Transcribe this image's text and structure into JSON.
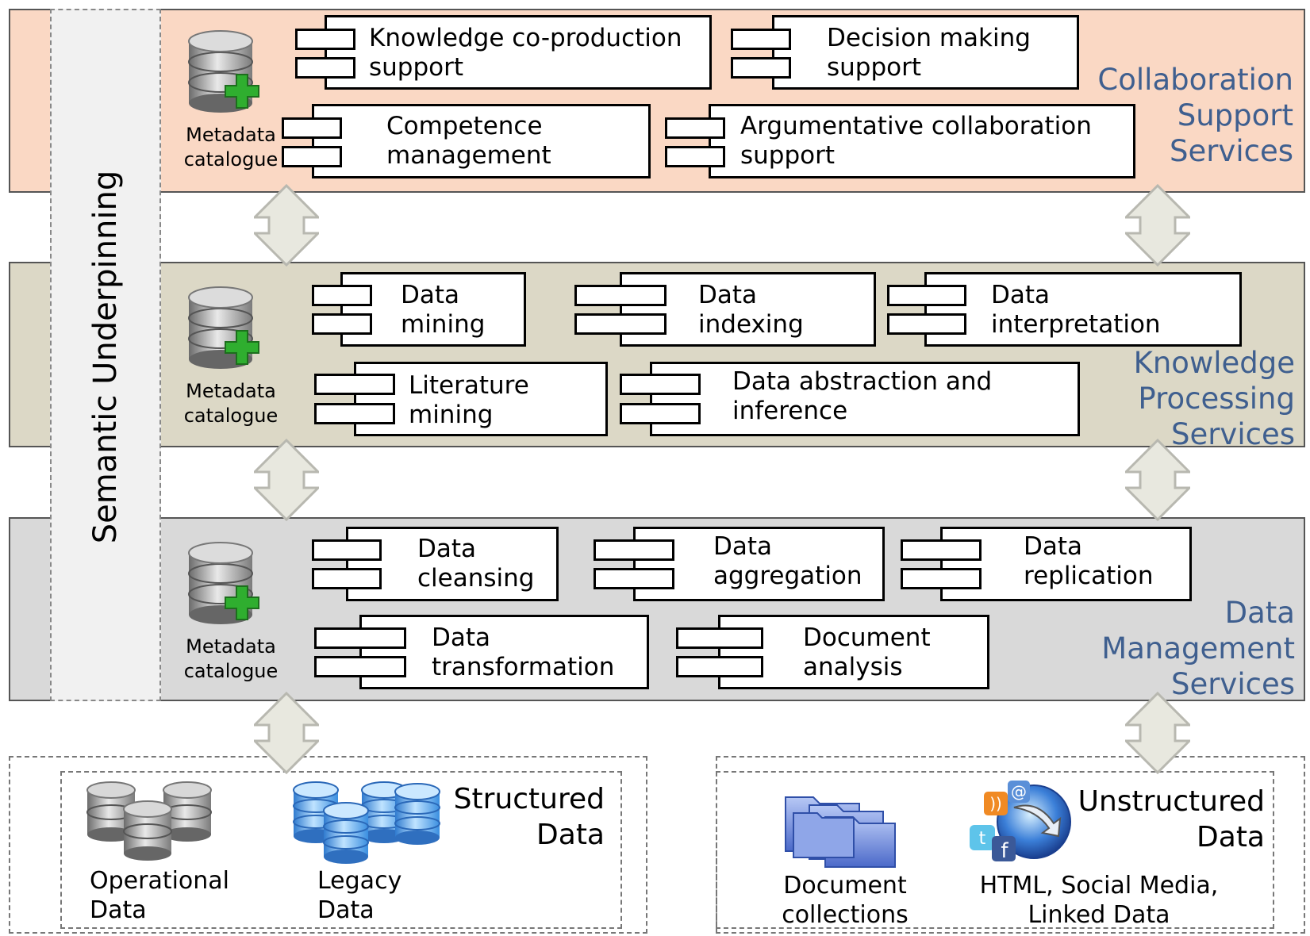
{
  "semantic_underpinning": "Semantic Underpinning",
  "metadata_label": "Metadata\ncatalogue",
  "layers": {
    "collaboration": {
      "title": "Collaboration\nSupport\nServices",
      "color": "#fad8c4",
      "components": [
        "Knowledge co-production\nsupport",
        "Decision making\nsupport",
        "Competence\nmanagement",
        "Argumentative collaboration\nsupport"
      ]
    },
    "knowledge": {
      "title": "Knowledge\nProcessing\nServices",
      "color": "#dcd8c6",
      "components": [
        "Data\nmining",
        "Data\nindexing",
        "Data\ninterpretation",
        "Literature\nmining",
        "Data abstraction and\ninference"
      ]
    },
    "data": {
      "title": "Data\nManagement\nServices",
      "color": "#d9d9d9",
      "components": [
        "Data\ncleansing",
        "Data\naggregation",
        "Data\nreplication",
        "Data\ntransformation",
        "Document\nanalysis"
      ]
    }
  },
  "sources": {
    "structured": {
      "title": "Structured\nData",
      "items": [
        "Operational\nData",
        "Legacy\nData"
      ]
    },
    "unstructured": {
      "title": "Unstructured\nData",
      "items": [
        "Document\ncollections",
        "HTML, Social Media,\nLinked Data"
      ]
    }
  },
  "colors": {
    "title_blue": "#3f5f8f",
    "arrow_fill": "#e8e8df",
    "arrow_stroke": "#b8b8b0"
  },
  "icons": {
    "metadata": "database-plus-icon",
    "operational": "database-stack-icon",
    "legacy": "blue-database-icon",
    "documents": "folders-icon",
    "web": "globe-social-icon"
  }
}
